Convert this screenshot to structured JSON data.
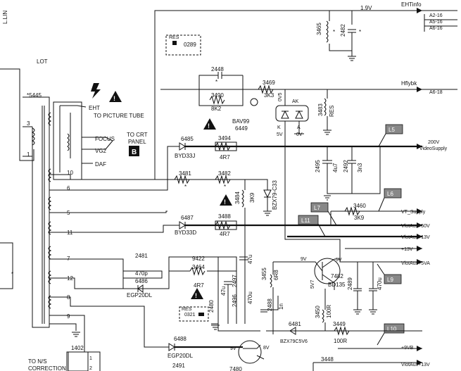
{
  "lot": {
    "title": "LOT",
    "ref": "*5445",
    "edge_lin": "L.LIN",
    "edge_star": "*",
    "pins": {
      "1": "1",
      "3": "3",
      "5": "5",
      "6": "6",
      "7": "7",
      "8": "8",
      "9": "9",
      "10": "10",
      "11": "11",
      "12": "12"
    },
    "eht": "EHT",
    "to_picture_tube": "TO PICTURE TUBE",
    "focus": "FOCUS",
    "vg2": "VG2",
    "daf": "DAF",
    "to_crt": "TO CRT",
    "panel": "PANEL",
    "panel_letter": "B"
  },
  "top_rail": {
    "voltage": "1.9V",
    "net_eht": "EHTinfo",
    "xref1": "A2-16",
    "xref2": "A5-16",
    "xref3": "A6-16",
    "r3465": "3465",
    "c2482": "2482",
    "c2448": "2448",
    "r3490": "3490",
    "r3490_val": "8K2",
    "r3469": "3469",
    "r3469_val": "3K3",
    "net_hfly": "Hflybk",
    "xref4": "A6-18",
    "r3483": "3483",
    "r3483_res": "RES"
  },
  "res_top": {
    "tag": "RES",
    "ref": "0289"
  },
  "bav": {
    "ref": "BAV99",
    "num": "6449",
    "pin_ovs": "0V5",
    "ak": "AK",
    "k": "K",
    "v5": "5V",
    "a": "A",
    "v0": "0V"
  },
  "supply200": {
    "d": "6485",
    "dtype": "BYD33J",
    "r": "3494",
    "rval": "4R7",
    "c2495": "2495",
    "c2495_val": "4u7",
    "c2492": "2492",
    "c2492_val": "3n3"
  },
  "chain": {
    "r3481": "3481",
    "r3482": "3482",
    "r3484": "3484",
    "r3484_val": "3K9",
    "zener": "BZX79-C33"
  },
  "callouts": {
    "l5": "L5",
    "l6": "L6",
    "l7": "L7",
    "l9": "L9",
    "l10": "L10",
    "l11": "L11"
  },
  "nets": {
    "v200": "200V",
    "videosupply": "VideoSupply",
    "vt_supply": "VT_Supply",
    "vlot50": "VlotAux+50V",
    "vlot13": "VlotAux+13V",
    "v13": "+13V",
    "vlot5va": "VlotAux+5VA",
    "v9b": "+9VB",
    "vlot13_bottom": "VlotAux+13V"
  },
  "vt": {
    "r": "3460",
    "rval": "3K9"
  },
  "vlot50": {
    "d": "6487",
    "dtype": "BYD33D",
    "r": "3488",
    "rval": "4R7"
  },
  "mid": {
    "c2481": "2481",
    "c2481_val": "470p",
    "d6486": "6486",
    "d6486_type": "EGP20DL",
    "r9422": "9422",
    "r3464": "3464",
    "r3464_val": "4R7",
    "c2480": "2480",
    "c2480_val": "47u",
    "c2497": "2497",
    "c2497_val": "47u",
    "c2496": "2496",
    "c2496_val": "470u"
  },
  "res_bot": {
    "tag": "RES",
    "ref": "0321"
  },
  "bd135": {
    "v9": "9V",
    "v5": "5V",
    "ref": "7482",
    "type": "BD135",
    "v57": "5V7",
    "r3455": "3455",
    "r3455_val": "6R8",
    "c2489": "2489",
    "c2489_val": "470u",
    "c2488": "2488",
    "c2488_val": "1n",
    "r3450": "3450",
    "r3450_val": "100R",
    "d6481": "6481",
    "d6481_type": "BZX79C5V6",
    "r3449": "3449",
    "r3449_val": "100R"
  },
  "bottom": {
    "d6488": "6488",
    "d6488_type": "EGP20DL",
    "c2491": "2491",
    "v9": "9V",
    "v8": "8V",
    "q7480": "7480",
    "r3448": "3448",
    "conn": "1402",
    "pin1": "1",
    "pin2": "2",
    "to_ns": "TO N/S",
    "correction": "CORRECTION"
  }
}
